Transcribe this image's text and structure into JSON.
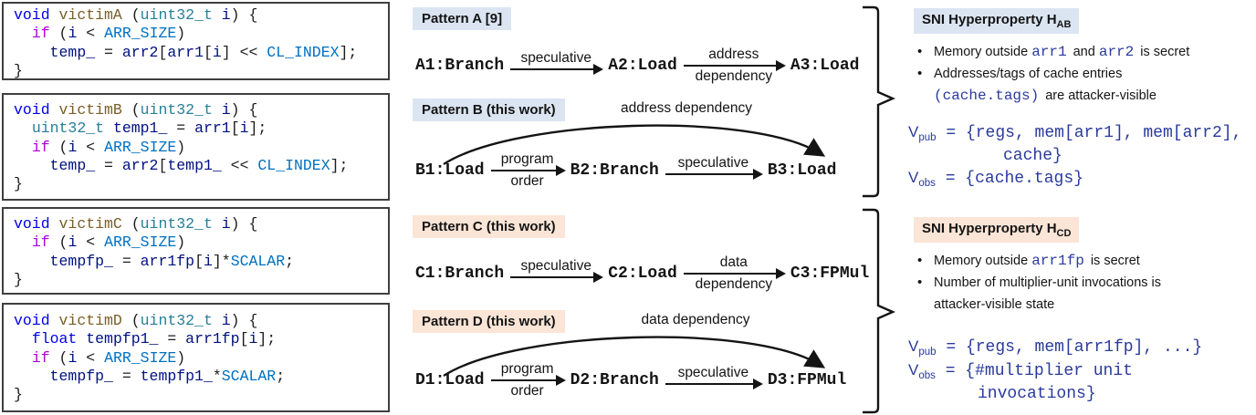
{
  "colors": {
    "label_blue_bg": "#dbe5f2",
    "label_peach_bg": "#fbe5d6",
    "box_border": "#3f3f3f",
    "diagram_text": "#141414",
    "right_blue": "#2a3a9c",
    "code_kw": "#0000ee",
    "code_fn": "#795e26",
    "code_ty": "#267f99",
    "code_var": "#001080",
    "code_ctrl": "#af00db",
    "code_const": "#0070c1",
    "code_p": "#1c1c1c"
  },
  "code_boxes": [
    {
      "name": "victimA",
      "lines": [
        [
          {
            "t": "void",
            "c": "kw"
          },
          {
            "t": " ",
            "c": "p"
          },
          {
            "t": "victimA",
            "c": "fn"
          },
          {
            "t": " (",
            "c": "p"
          },
          {
            "t": "uint32_t",
            "c": "ty"
          },
          {
            "t": " ",
            "c": "p"
          },
          {
            "t": "i",
            "c": "var"
          },
          {
            "t": ") {",
            "c": "p"
          }
        ],
        [
          {
            "t": "  ",
            "c": "p"
          },
          {
            "t": "if",
            "c": "ctrl"
          },
          {
            "t": " (",
            "c": "p"
          },
          {
            "t": "i",
            "c": "var"
          },
          {
            "t": " < ",
            "c": "p"
          },
          {
            "t": "ARR_SIZE",
            "c": "const"
          },
          {
            "t": ")",
            "c": "p"
          }
        ],
        [
          {
            "t": "    ",
            "c": "p"
          },
          {
            "t": "temp_",
            "c": "var"
          },
          {
            "t": " = ",
            "c": "p"
          },
          {
            "t": "arr2",
            "c": "var"
          },
          {
            "t": "[",
            "c": "p"
          },
          {
            "t": "arr1",
            "c": "var"
          },
          {
            "t": "[",
            "c": "p"
          },
          {
            "t": "i",
            "c": "var"
          },
          {
            "t": "] << ",
            "c": "p"
          },
          {
            "t": "CL_INDEX",
            "c": "const"
          },
          {
            "t": "];",
            "c": "p"
          }
        ],
        [
          {
            "t": "}",
            "c": "p"
          }
        ]
      ]
    },
    {
      "name": "victimB",
      "lines": [
        [
          {
            "t": "void",
            "c": "kw"
          },
          {
            "t": " ",
            "c": "p"
          },
          {
            "t": "victimB",
            "c": "fn"
          },
          {
            "t": " (",
            "c": "p"
          },
          {
            "t": "uint32_t",
            "c": "ty"
          },
          {
            "t": " ",
            "c": "p"
          },
          {
            "t": "i",
            "c": "var"
          },
          {
            "t": ") {",
            "c": "p"
          }
        ],
        [
          {
            "t": "  ",
            "c": "p"
          },
          {
            "t": "uint32_t",
            "c": "ty"
          },
          {
            "t": " ",
            "c": "p"
          },
          {
            "t": "temp1_",
            "c": "var"
          },
          {
            "t": " = ",
            "c": "p"
          },
          {
            "t": "arr1",
            "c": "var"
          },
          {
            "t": "[",
            "c": "p"
          },
          {
            "t": "i",
            "c": "var"
          },
          {
            "t": "];",
            "c": "p"
          }
        ],
        [
          {
            "t": "  ",
            "c": "p"
          },
          {
            "t": "if",
            "c": "ctrl"
          },
          {
            "t": " (",
            "c": "p"
          },
          {
            "t": "i",
            "c": "var"
          },
          {
            "t": " < ",
            "c": "p"
          },
          {
            "t": "ARR_SIZE",
            "c": "const"
          },
          {
            "t": ")",
            "c": "p"
          }
        ],
        [
          {
            "t": "    ",
            "c": "p"
          },
          {
            "t": "temp_",
            "c": "var"
          },
          {
            "t": " = ",
            "c": "p"
          },
          {
            "t": "arr2",
            "c": "var"
          },
          {
            "t": "[",
            "c": "p"
          },
          {
            "t": "temp1_",
            "c": "var"
          },
          {
            "t": " << ",
            "c": "p"
          },
          {
            "t": "CL_INDEX",
            "c": "const"
          },
          {
            "t": "];",
            "c": "p"
          }
        ],
        [
          {
            "t": "}",
            "c": "p"
          }
        ]
      ]
    },
    {
      "name": "victimC",
      "lines": [
        [
          {
            "t": "void",
            "c": "kw"
          },
          {
            "t": " ",
            "c": "p"
          },
          {
            "t": "victimC",
            "c": "fn"
          },
          {
            "t": " (",
            "c": "p"
          },
          {
            "t": "uint32_t",
            "c": "ty"
          },
          {
            "t": " ",
            "c": "p"
          },
          {
            "t": "i",
            "c": "var"
          },
          {
            "t": ") {",
            "c": "p"
          }
        ],
        [
          {
            "t": "  ",
            "c": "p"
          },
          {
            "t": "if",
            "c": "ctrl"
          },
          {
            "t": " (",
            "c": "p"
          },
          {
            "t": "i",
            "c": "var"
          },
          {
            "t": " < ",
            "c": "p"
          },
          {
            "t": "ARR_SIZE",
            "c": "const"
          },
          {
            "t": ")",
            "c": "p"
          }
        ],
        [
          {
            "t": "    ",
            "c": "p"
          },
          {
            "t": "tempfp_",
            "c": "var"
          },
          {
            "t": " = ",
            "c": "p"
          },
          {
            "t": "arr1fp",
            "c": "var"
          },
          {
            "t": "[",
            "c": "p"
          },
          {
            "t": "i",
            "c": "var"
          },
          {
            "t": "]*",
            "c": "p"
          },
          {
            "t": "SCALAR",
            "c": "const"
          },
          {
            "t": ";",
            "c": "p"
          }
        ],
        [
          {
            "t": "}",
            "c": "p"
          }
        ]
      ]
    },
    {
      "name": "victimD",
      "lines": [
        [
          {
            "t": "void",
            "c": "kw"
          },
          {
            "t": " ",
            "c": "p"
          },
          {
            "t": "victimD",
            "c": "fn"
          },
          {
            "t": " (",
            "c": "p"
          },
          {
            "t": "uint32_t",
            "c": "ty"
          },
          {
            "t": " ",
            "c": "p"
          },
          {
            "t": "i",
            "c": "var"
          },
          {
            "t": ") {",
            "c": "p"
          }
        ],
        [
          {
            "t": "  ",
            "c": "p"
          },
          {
            "t": "float",
            "c": "kw"
          },
          {
            "t": " ",
            "c": "p"
          },
          {
            "t": "tempfp1_",
            "c": "var"
          },
          {
            "t": " = ",
            "c": "p"
          },
          {
            "t": "arr1fp",
            "c": "var"
          },
          {
            "t": "[",
            "c": "p"
          },
          {
            "t": "i",
            "c": "var"
          },
          {
            "t": "];",
            "c": "p"
          }
        ],
        [
          {
            "t": "  ",
            "c": "p"
          },
          {
            "t": "if",
            "c": "ctrl"
          },
          {
            "t": " (",
            "c": "p"
          },
          {
            "t": "i",
            "c": "var"
          },
          {
            "t": " < ",
            "c": "p"
          },
          {
            "t": "ARR_SIZE",
            "c": "const"
          },
          {
            "t": ")",
            "c": "p"
          }
        ],
        [
          {
            "t": "    ",
            "c": "p"
          },
          {
            "t": "tempfp_",
            "c": "var"
          },
          {
            "t": " = ",
            "c": "p"
          },
          {
            "t": "tempfp1_",
            "c": "var"
          },
          {
            "t": "*",
            "c": "p"
          },
          {
            "t": "SCALAR",
            "c": "const"
          },
          {
            "t": ";",
            "c": "p"
          }
        ],
        [
          {
            "t": "}",
            "c": "p"
          }
        ]
      ]
    }
  ],
  "patterns": [
    {
      "id": "A",
      "label": "Pattern A [9]",
      "theme": "blue",
      "nodes": [
        "A1:Branch",
        "A2:Load",
        "A3:Load"
      ],
      "edges": [
        {
          "above": "speculative"
        },
        {
          "above": "address",
          "below": "dependency"
        }
      ],
      "arc": ""
    },
    {
      "id": "B",
      "label": "Pattern B (this work)",
      "theme": "blue",
      "nodes": [
        "B1:Load",
        "B2:Branch",
        "B3:Load"
      ],
      "edges": [
        {
          "above": "program",
          "below": "order"
        },
        {
          "above": "speculative"
        }
      ],
      "arc": "address dependency"
    },
    {
      "id": "C",
      "label": "Pattern C (this work)",
      "theme": "peach",
      "nodes": [
        "C1:Branch",
        "C2:Load",
        "C3:FPMul"
      ],
      "edges": [
        {
          "above": "speculative"
        },
        {
          "above": "data",
          "below": "dependency"
        }
      ],
      "arc": ""
    },
    {
      "id": "D",
      "label": "Pattern D (this work)",
      "theme": "peach",
      "nodes": [
        "D1:Load",
        "D2:Branch",
        "D3:FPMul"
      ],
      "edges": [
        {
          "above": "program",
          "below": "order"
        },
        {
          "above": "speculative"
        }
      ],
      "arc": "data dependency"
    }
  ],
  "properties": [
    {
      "title_prefix": "SNI Hyperproperty H",
      "title_sub": "AB",
      "theme": "blue",
      "bullets": [
        [
          {
            "t": "Memory outside ",
            "s": "p"
          },
          {
            "t": "arr1",
            "s": "c"
          },
          {
            "t": " and ",
            "s": "p"
          },
          {
            "t": "arr2",
            "s": "c"
          },
          {
            "t": " is secret",
            "s": "p"
          }
        ],
        [
          {
            "t": "Addresses/tags of cache entries",
            "s": "p"
          },
          {
            "br": true
          },
          {
            "t": "(cache.tags)",
            "s": "c"
          },
          {
            "t": " are attacker-visible",
            "s": "p"
          }
        ]
      ],
      "vlines": [
        {
          "v": "V",
          "sub": "pub",
          "eq": " = ",
          "code": "{regs, mem[arr1], mem[arr2],"
        },
        {
          "code": "cache}",
          "indent": 104
        },
        {
          "v": "V",
          "sub": "obs",
          "eq": " = ",
          "code": "{cache.tags}"
        }
      ]
    },
    {
      "title_prefix": "SNI Hyperproperty H",
      "title_sub": "CD",
      "theme": "peach",
      "bullets": [
        [
          {
            "t": "Memory outside ",
            "s": "p"
          },
          {
            "t": "arr1fp",
            "s": "c"
          },
          {
            "t": " is secret",
            "s": "p"
          }
        ],
        [
          {
            "t": "Number of multiplier-unit invocations is",
            "s": "p"
          },
          {
            "br": true
          },
          {
            "t": "attacker-visible state",
            "s": "p"
          }
        ]
      ],
      "vlines": [
        {
          "v": "V",
          "sub": "pub",
          "eq": " = ",
          "code": "{regs, mem[arr1fp], ...}"
        },
        {
          "v": "V",
          "sub": "obs",
          "eq": " = ",
          "code": "{#multiplier unit"
        },
        {
          "code": "invocations}",
          "indent": 76
        }
      ]
    }
  ]
}
